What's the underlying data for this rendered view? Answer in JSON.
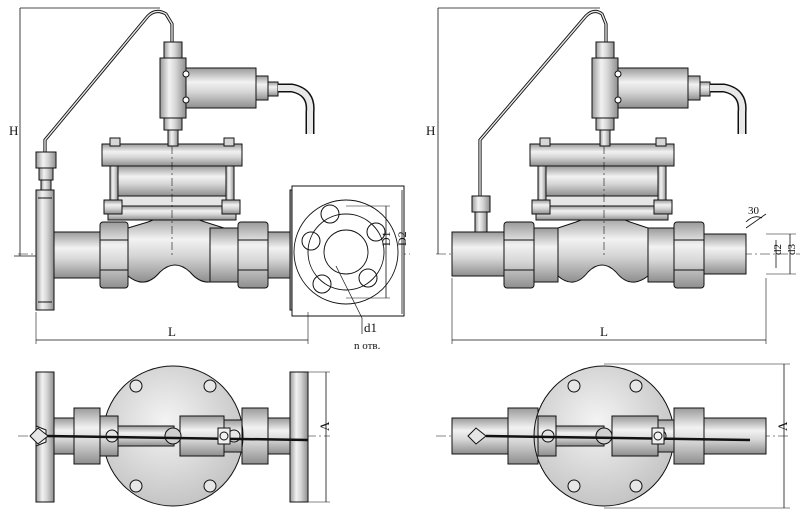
{
  "labels": {
    "height": "H",
    "length": "L",
    "diameter1": "D1",
    "diameter2": "D2",
    "hole_diameter": "d1",
    "holes": "n отв.",
    "width": "A",
    "angle": "30",
    "inner_d2": "d2",
    "inner_d3": "d3"
  },
  "colors": {
    "line": "#111111",
    "metal": "#c9c9c9",
    "metal_light": "#e6e6e6",
    "metal_dark": "#9a9a9a"
  }
}
